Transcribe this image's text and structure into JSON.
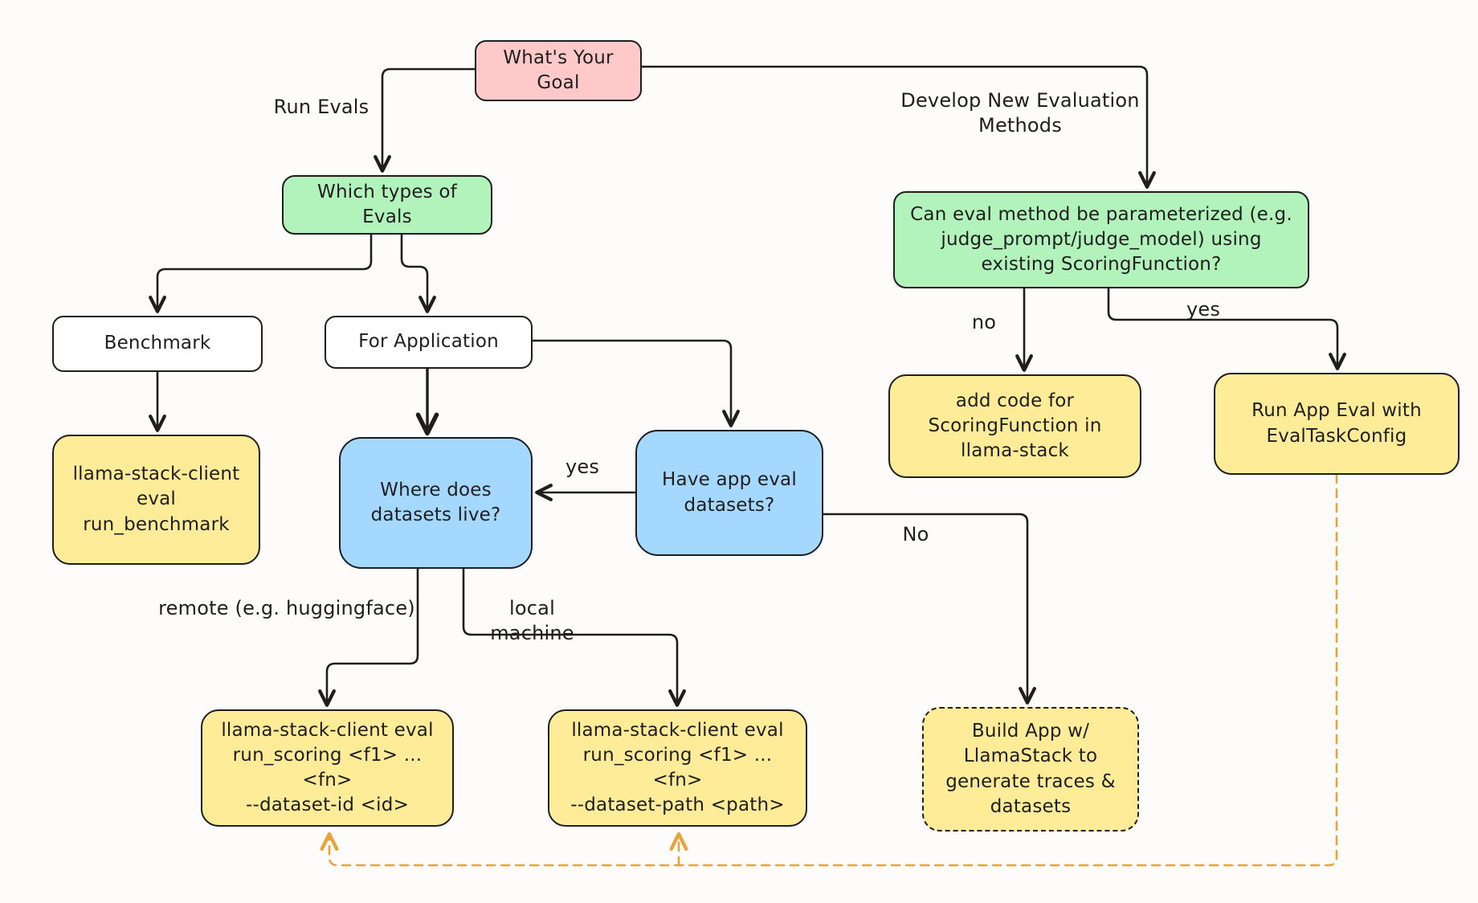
{
  "palette": {
    "background": "#fdfcfa",
    "stroke": "#1e1e1e",
    "node_pink": "#ffc9c9",
    "node_green": "#b2f2bb",
    "node_blue": "#a5d8ff",
    "node_yellow": "#ffec99",
    "node_white": "#ffffff",
    "dashed_feedback_arrow": "#e8a33d"
  },
  "nodes": {
    "goal": "What's Your\nGoal",
    "which_types": "Which types of\nEvals",
    "parameterized": "Can eval method be parameterized (e.g.\njudge_prompt/judge_model) using\nexisting ScoringFunction?",
    "benchmark": "Benchmark",
    "for_application": "For Application",
    "run_benchmark": "llama-stack-client\neval run_benchmark",
    "where_datasets": "Where does\ndatasets live?",
    "have_datasets": "Have app eval\ndatasets?",
    "add_code": "add code for\nScoringFunction in\nllama-stack",
    "run_app_eval": "Run App Eval with\nEvalTaskConfig",
    "run_scoring_id": "llama-stack-client eval\nrun_scoring <f1> ... <fn>\n--dataset-id <id>",
    "run_scoring_path": "llama-stack-client eval\nrun_scoring <f1> ... <fn>\n--dataset-path <path>",
    "build_app": "Build App w/\nLlamaStack to\ngenerate traces &\ndatasets"
  },
  "edge_labels": {
    "run_evals": "Run Evals",
    "develop_new": "Develop New Evaluation\nMethods",
    "yes_have": "yes",
    "no_have": "No",
    "no_param": "no",
    "yes_param": "yes",
    "remote": "remote (e.g. huggingface)",
    "local_machine": "local machine"
  }
}
